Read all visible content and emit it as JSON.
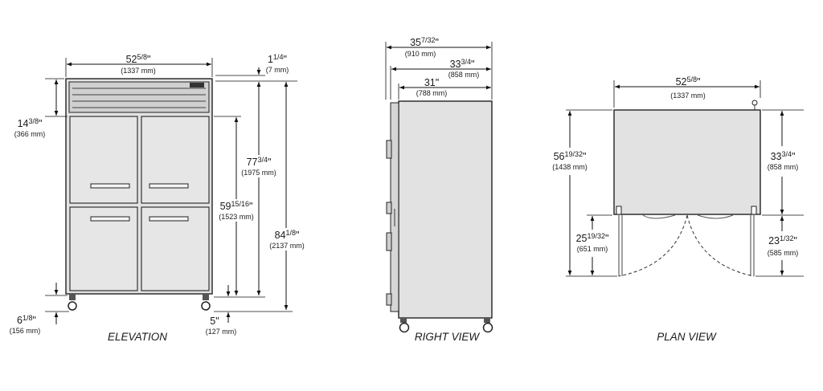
{
  "views": {
    "elevation": "ELEVATION",
    "right": "RIGHT VIEW",
    "plan": "PLAN VIEW"
  },
  "dimensions": {
    "elev_width": {
      "whole": "52",
      "frac": "5/8",
      "mm": "(1337 mm)"
    },
    "elev_top_gap": {
      "whole": "1",
      "frac": "1/4",
      "mm": "(7 mm)"
    },
    "elev_door_top": {
      "whole": "14",
      "frac": "3/8",
      "mm": "(366 mm)"
    },
    "elev_door_height": {
      "whole": "77",
      "frac": "3/4",
      "mm": "(1975 mm)"
    },
    "elev_opening": {
      "whole": "59",
      "frac": "15/16",
      "mm": "(1523 mm)"
    },
    "elev_overall_height": {
      "whole": "84",
      "frac": "1/8",
      "mm": "(2137 mm)"
    },
    "elev_leg_height": {
      "whole": "6",
      "frac": "1/8",
      "mm": "(156 mm)"
    },
    "elev_caster": {
      "whole": "5",
      "frac": "",
      "mm": "(127 mm)"
    },
    "side_overall_depth": {
      "whole": "35",
      "frac": "7/32",
      "mm": "(910 mm)"
    },
    "side_cabinet_depth": {
      "whole": "33",
      "frac": "3/4",
      "mm": "(858 mm)"
    },
    "side_body_depth": {
      "whole": "31",
      "frac": "",
      "mm": "(788 mm)"
    },
    "plan_width": {
      "whole": "52",
      "frac": "5/8",
      "mm": "(1337 mm)"
    },
    "plan_overall": {
      "whole": "56",
      "frac": "19/32",
      "mm": "(1438 mm)"
    },
    "plan_depth": {
      "whole": "33",
      "frac": "3/4",
      "mm": "(858 mm)"
    },
    "plan_swing_left": {
      "whole": "25",
      "frac": "19/32",
      "mm": "(651 mm)"
    },
    "plan_swing_right": {
      "whole": "23",
      "frac": "1/32",
      "mm": "(585 mm)"
    }
  }
}
